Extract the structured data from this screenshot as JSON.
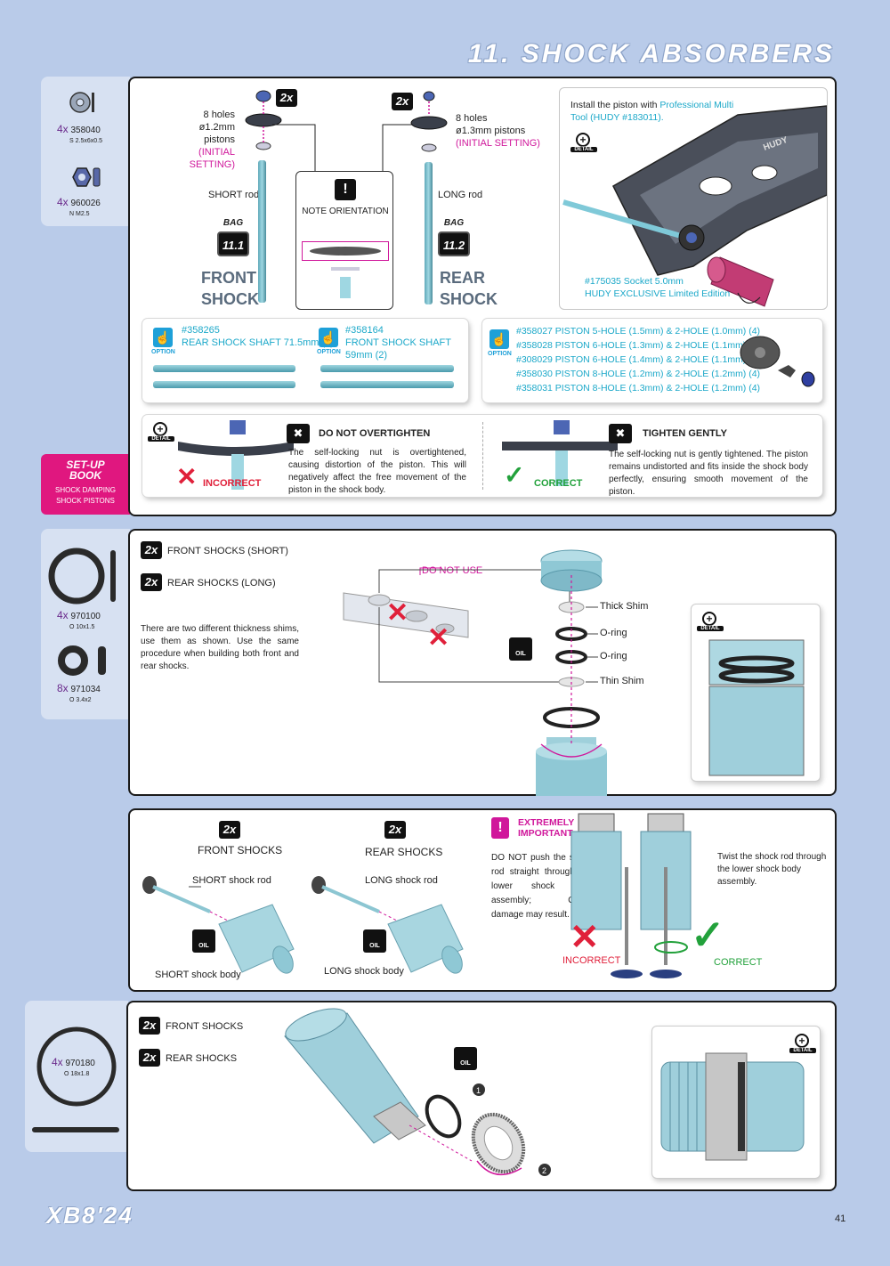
{
  "page": {
    "title": "11. SHOCK ABSORBERS",
    "brand": "XB8'24",
    "page_number": "41"
  },
  "colors": {
    "background": "#b9cbe9",
    "magenta": "#d0179b",
    "cyan": "#1ba8c9",
    "red": "#e0203a",
    "green": "#22a13b"
  },
  "sidebar1": {
    "parts": [
      {
        "qty": "4x",
        "code": "358040",
        "spec": "S 2.5x6x0.5"
      },
      {
        "qty": "4x",
        "code": "960026",
        "spec": "N M2.5"
      }
    ],
    "setup_book": {
      "line1": "SET-UP",
      "line2": "BOOK",
      "line3": "SHOCK DAMPING",
      "line4": "SHOCK PISTONS"
    }
  },
  "panel1": {
    "front": {
      "qty": "2x",
      "holes": "8 holes",
      "pistons": "ø1.2mm pistons",
      "setting": "(INITIAL SETTING)",
      "rod": "SHORT rod",
      "bag_label": "BAG",
      "bag": "11.1",
      "name1": "FRONT",
      "name2": "SHOCK"
    },
    "rear": {
      "qty": "2x",
      "holes": "8 holes",
      "pistons": "ø1.3mm pistons",
      "setting": "(INITIAL SETTING)",
      "rod": "LONG rod",
      "bag_label": "BAG",
      "bag": "11.2",
      "name1": "REAR",
      "name2": "SHOCK"
    },
    "note": "NOTE ORIENTATION",
    "tool": {
      "text1": "Install the piston with ",
      "text1b": "Professional Multi",
      "text2": "Tool (HUDY #183011).",
      "socket1": "#175035 Socket 5.0mm",
      "socket2": "HUDY EXCLUSIVE Limited Edition",
      "brand": "HUDY"
    },
    "options": [
      {
        "code": "#358265",
        "name": "REAR SHOCK SHAFT 71.5mm (2)"
      },
      {
        "code": "#358164",
        "name": "FRONT SHOCK SHAFT 59mm (2)"
      }
    ],
    "option_label": "OPTION",
    "pistons": [
      "#358027 PISTON 5-HOLE (1.5mm) & 2-HOLE (1.0mm) (4)",
      "#358028 PISTON 6-HOLE (1.3mm) & 2-HOLE (1.1mm) (4)",
      "#308029 PISTON 6-HOLE (1.4mm) & 2-HOLE (1.1mm) (4)",
      "#358030 PISTON 8-HOLE (1.2mm) & 2-HOLE (1.2mm) (4)",
      "#358031 PISTON 8-HOLE (1.3mm) & 2-HOLE (1.2mm) (4)"
    ],
    "detail_label": "DETAIL",
    "bad": {
      "mark": "INCORRECT",
      "title": "DO NOT OVERTIGHTEN",
      "text": "The self-locking nut is overtightened, causing distortion of the piston. This will negatively affect the free movement of the piston in the shock body."
    },
    "good": {
      "mark": "CORRECT",
      "title": "TIGHTEN GENTLY",
      "text": "The self-locking nut is gently tightened. The piston remains undistorted and fits inside the shock body perfectly, ensuring smooth movement of the piston."
    }
  },
  "sidebar2": {
    "parts": [
      {
        "qty": "4x",
        "code": "970100",
        "spec": "O 10x1.5"
      },
      {
        "qty": "8x",
        "code": "971034",
        "spec": "O 3.4x2"
      }
    ]
  },
  "panel2": {
    "lines": [
      {
        "qty": "2x",
        "label": "FRONT SHOCKS (SHORT)"
      },
      {
        "qty": "2x",
        "label": "REAR SHOCKS (LONG)"
      }
    ],
    "text": "There are two different thickness shims, use them as shown. Use the same procedure when building both front and rear shocks.",
    "do_not_use": "DO NOT USE",
    "labels": [
      "Thick Shim",
      "O-ring",
      "O-ring",
      "Thin Shim"
    ],
    "oil": "OIL"
  },
  "panel3": {
    "front": {
      "qty": "2x",
      "title": "FRONT SHOCKS",
      "rod": "SHORT shock rod",
      "body": "SHORT shock body"
    },
    "rear": {
      "qty": "2x",
      "title": "REAR SHOCKS",
      "rod": "LONG shock rod",
      "body": "LONG shock body"
    },
    "important1": "EXTREMELY",
    "important2": "IMPORTANT",
    "warn": "DO NOT push the shock rod straight through the lower shock body assembly; O-ring damage may result.",
    "twist": "Twist the shock rod through the lower shock body assembly.",
    "incorrect": "INCORRECT",
    "correct": "CORRECT"
  },
  "sidebar4": {
    "parts": [
      {
        "qty": "4x",
        "code": "970180",
        "spec": "O 18x1.8"
      }
    ]
  },
  "panel4": {
    "lines": [
      {
        "qty": "2x",
        "label": "FRONT SHOCKS"
      },
      {
        "qty": "2x",
        "label": "REAR SHOCKS"
      }
    ],
    "steps": [
      "1",
      "2"
    ]
  }
}
